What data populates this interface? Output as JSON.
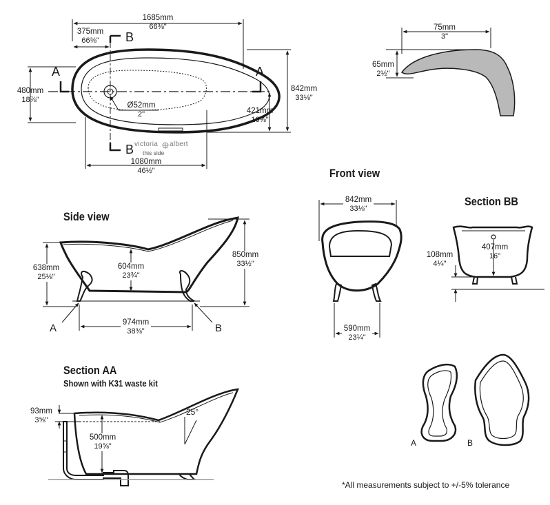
{
  "titles": {
    "front_view": "Front view",
    "section_bb": "Section BB",
    "side_view": "Side view",
    "section_aa": "Section AA",
    "section_aa_sub": "Shown with K31 waste kit"
  },
  "plan": {
    "overall_length": {
      "mm": "1685mm",
      "in": "66⅜\""
    },
    "waste_offset": {
      "mm": "375mm",
      "in": "66⅜\""
    },
    "width": {
      "mm": "480mm",
      "in": "18⅞\""
    },
    "height": {
      "mm": "842mm",
      "in": "33⅛\""
    },
    "waste_diameter": {
      "mm": "Ø52mm",
      "in": "2\""
    },
    "half_width": {
      "mm": "421mm",
      "in": "16⅝\""
    },
    "inner_length": {
      "mm": "1080mm",
      "in": "46½\""
    },
    "section_a": "A",
    "section_b": "B",
    "brand": "victoria",
    "brand2": "albert",
    "this_side": "this side"
  },
  "spout": {
    "length": {
      "mm": "75mm",
      "in": "3\""
    },
    "height": {
      "mm": "65mm",
      "in": "2½\""
    }
  },
  "side": {
    "total_height": {
      "mm": "850mm",
      "in": "33½\""
    },
    "rim_height": {
      "mm": "638mm",
      "in": "25⅛\""
    },
    "inner_depth": {
      "mm": "604mm",
      "in": "23¾\""
    },
    "feet_span": {
      "mm": "974mm",
      "in": "38⅜\""
    },
    "label_a": "A",
    "label_b": "B"
  },
  "front": {
    "width": {
      "mm": "842mm",
      "in": "33⅛\""
    },
    "feet_width": {
      "mm": "590mm",
      "in": "23¼\""
    }
  },
  "section_bb": {
    "depth": {
      "mm": "407mm",
      "in": "16\""
    },
    "floor_clearance": {
      "mm": "108mm",
      "in": "4¼\""
    }
  },
  "section_aa": {
    "rim_offset": {
      "mm": "93mm",
      "in": "3⅝\""
    },
    "water_depth": {
      "mm": "500mm",
      "in": "19⅝\""
    },
    "angle": "25°"
  },
  "feet": {
    "label_a": "A",
    "label_b": "B"
  },
  "note": "*All measurements subject to +/-5% tolerance",
  "colors": {
    "line": "#1a1a1a",
    "spout_fill": "#b9b9b9",
    "floor": "#999999"
  }
}
